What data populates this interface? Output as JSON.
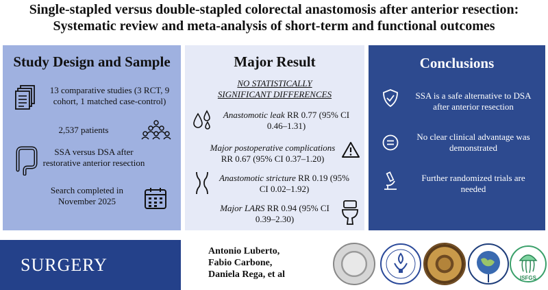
{
  "title": {
    "line1": "Single-stapled versus double-stapled colorectal anastomosis after anterior resection:",
    "line2": "Systematic review and meta-analysis of short-term and functional outcomes"
  },
  "study": {
    "heading": "Study Design and Sample",
    "studies": "13 comparative studies (3 RCT, 9 cohort, 1 matched case-control)",
    "patients": "2,537 patients",
    "comparison": "SSA versus DSA after restorative anterior resection",
    "search": "Search completed in November 2025"
  },
  "result": {
    "heading": "Major Result",
    "subheading": "NO STATISTICALLY SIGNIFICANT DIFFERENCES",
    "leak_label": "Anastomotic leak",
    "leak_value": " RR 0.77 (95% CI 0.46–1.31)",
    "comp_label": "Major postoperative complications",
    "comp_value": "RR 0.67 (95% CI 0.37–1.20)",
    "stricture_label": "Anastomotic stricture",
    "stricture_value": " RR 0.19 (95% CI 0.02–1.92)",
    "lars_label": "Major LARS",
    "lars_value": " RR 0.94 (95% CI 0.39–2.30)"
  },
  "conclusions": {
    "heading": "Conclusions",
    "c1": "SSA is a safe alternative to DSA after anterior resection",
    "c2": "No clear clinical advantage was demonstrated",
    "c3": "Further randomized trials are needed"
  },
  "footer": {
    "journal": "SURGERY",
    "author1": "Antonio Luberto,",
    "author2": "Fabio Carbone,",
    "author3": "Daniela Rega, et al",
    "logo_text": "ISFGS"
  },
  "colors": {
    "panel_left": "#9fb1e0",
    "panel_middle": "#e6eaf7",
    "panel_right": "#2d4a8f",
    "journal_band": "#24418a"
  }
}
